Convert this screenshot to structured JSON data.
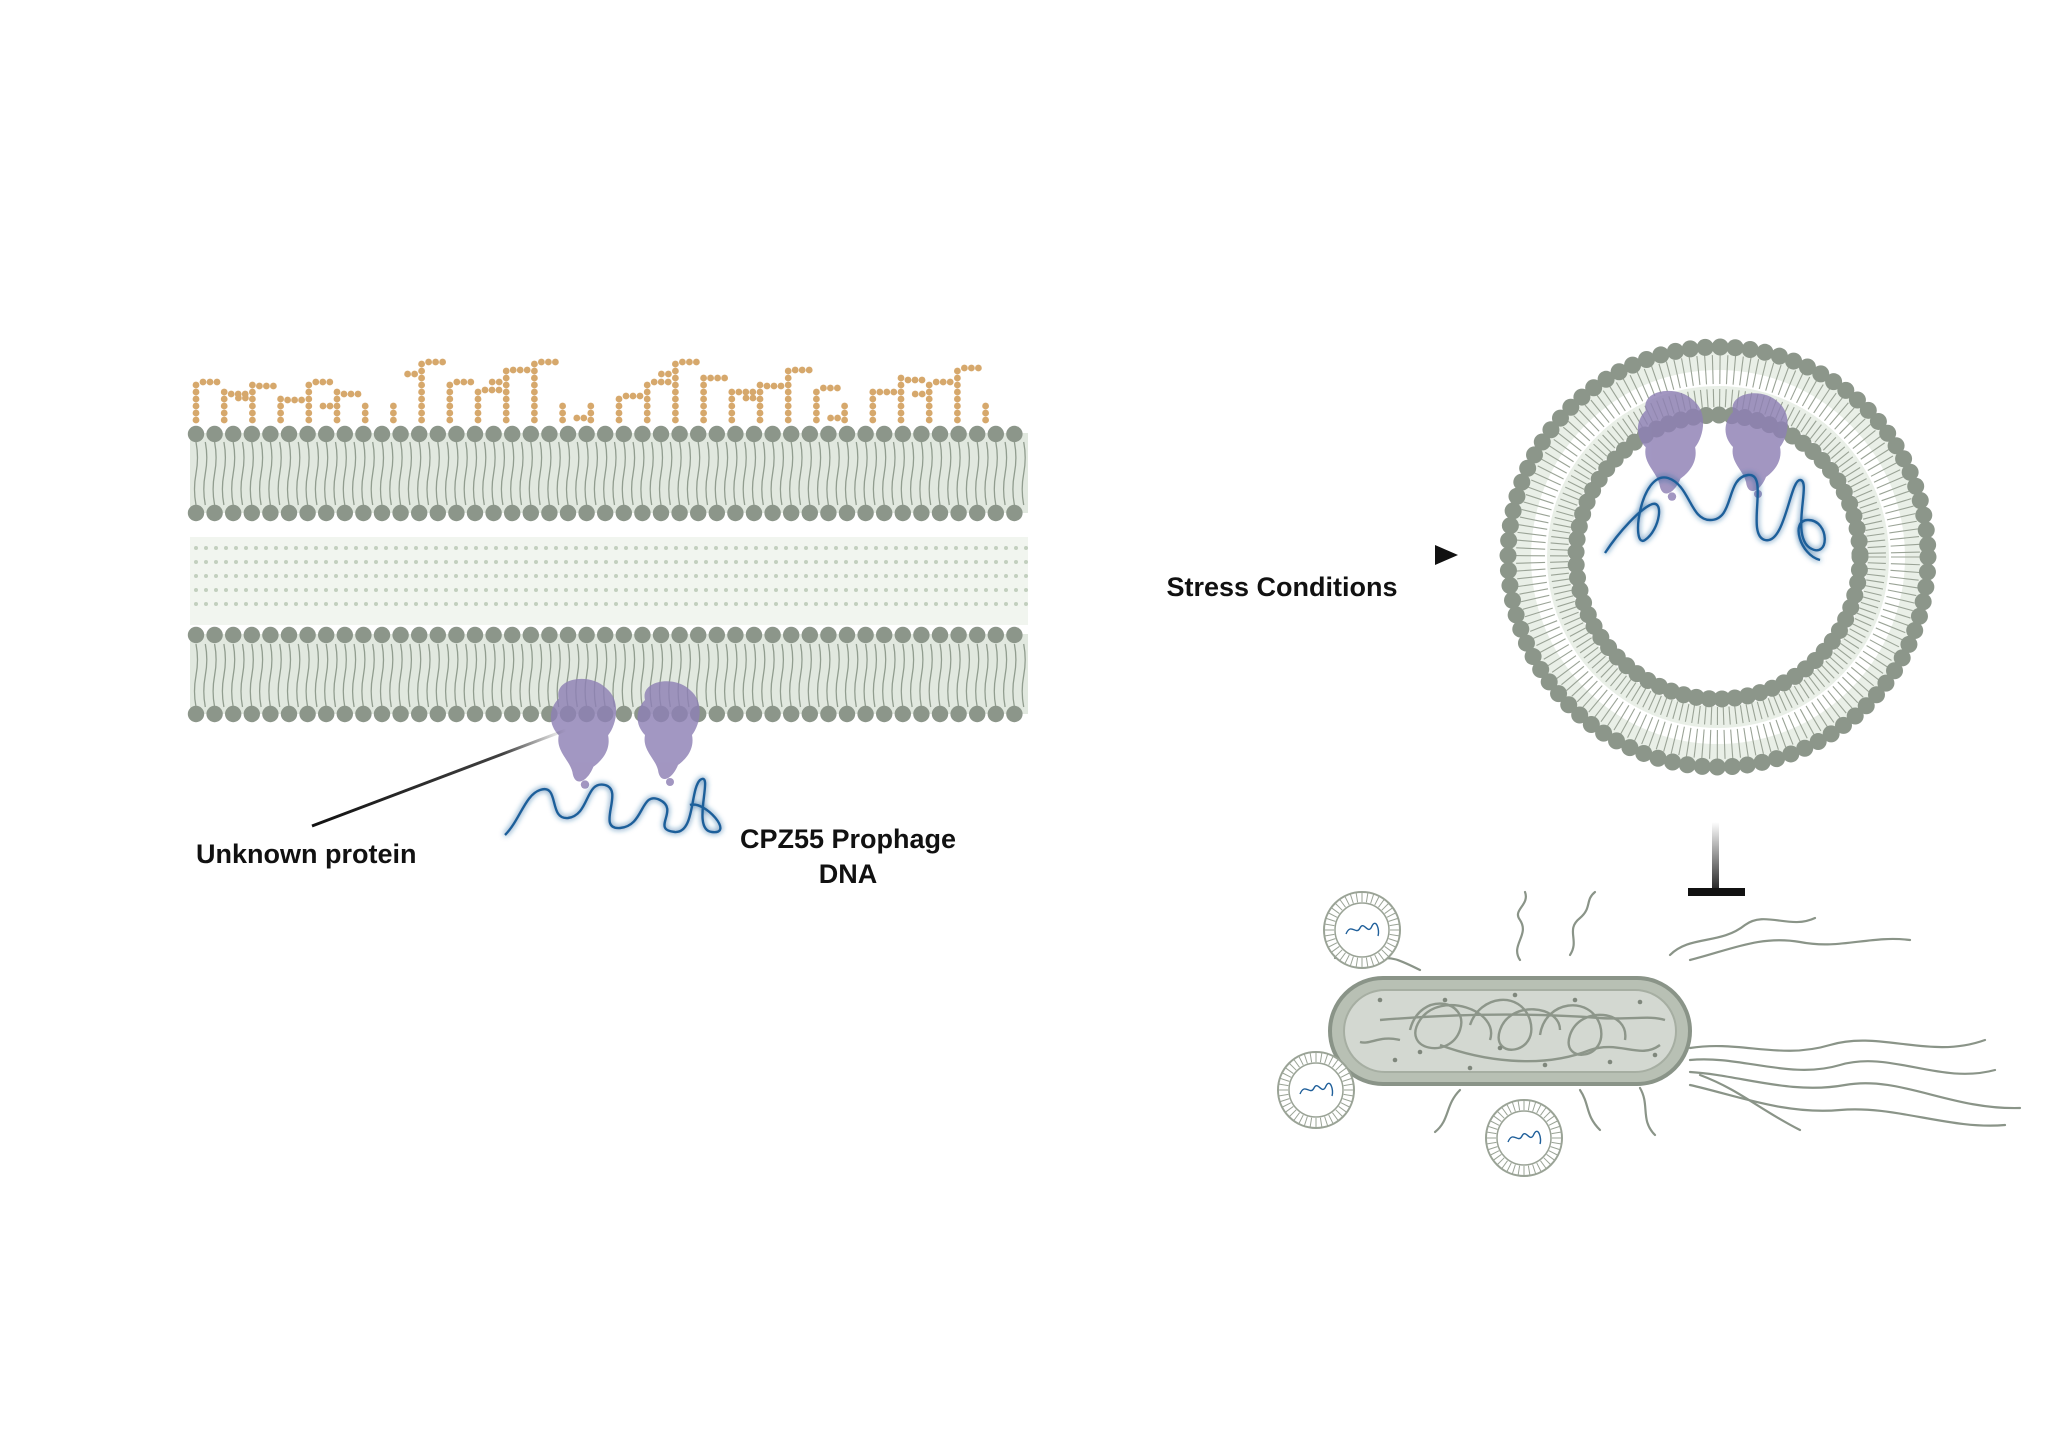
{
  "labels": {
    "stress_conditions": "Stress Conditions",
    "unknown_protein": "Unknown protein",
    "prophage_dna_line1": "CPZ55 Prophage",
    "prophage_dna_line2": "DNA"
  },
  "icons": {
    "membrane": "outer-membrane-bilayer-icon",
    "lps": "lipopolysaccharide-icon",
    "vesicle": "outer-membrane-vesicle-icon",
    "protein": "membrane-protein-icon",
    "dna": "dna-strand-icon",
    "inhibition": "inhibition-tbar-icon",
    "bacterium": "flagellated-bacterium-icon"
  },
  "colors": {
    "lipid_head": "#8c968a",
    "lipid_tail_outer": "#c9d6c5",
    "lipid_tail_inner": "#e6eee3",
    "lps_sugar": "#d6a86c",
    "protein": "#8e80b4",
    "dna": "#1f5f9a",
    "arrow": "#111111",
    "bacterium_body": "#cfd4cd"
  }
}
